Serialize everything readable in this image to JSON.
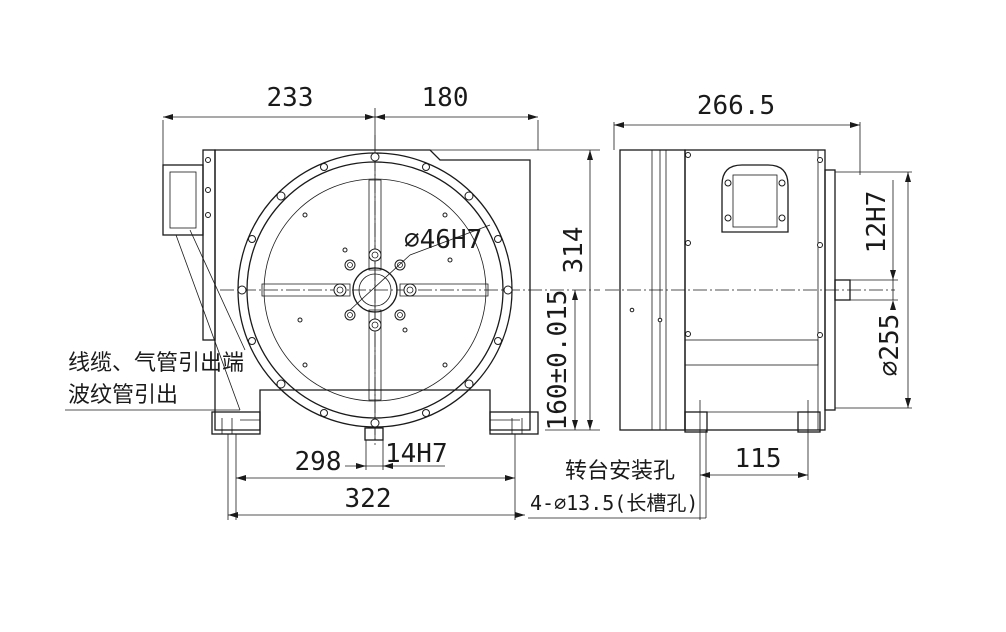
{
  "front_view": {
    "dim_left_width": "233",
    "dim_right_width": "180",
    "dim_height": "314",
    "dim_center_height": "160±0.015",
    "dim_center_bore": "⌀46H7",
    "dim_slot": "14H7",
    "dim_mount_spacing": "298",
    "dim_base_width": "322",
    "label_cable_line1": "线缆、气管引出端",
    "label_cable_line2": "波纹管引出"
  },
  "side_view": {
    "dim_depth": "266.5",
    "dim_key": "12H7",
    "dim_diameter": "⌀255",
    "dim_mount_depth": "115"
  },
  "mount_note": {
    "line1": "转台安装孔",
    "line2": "4-⌀13.5(长槽孔)"
  }
}
